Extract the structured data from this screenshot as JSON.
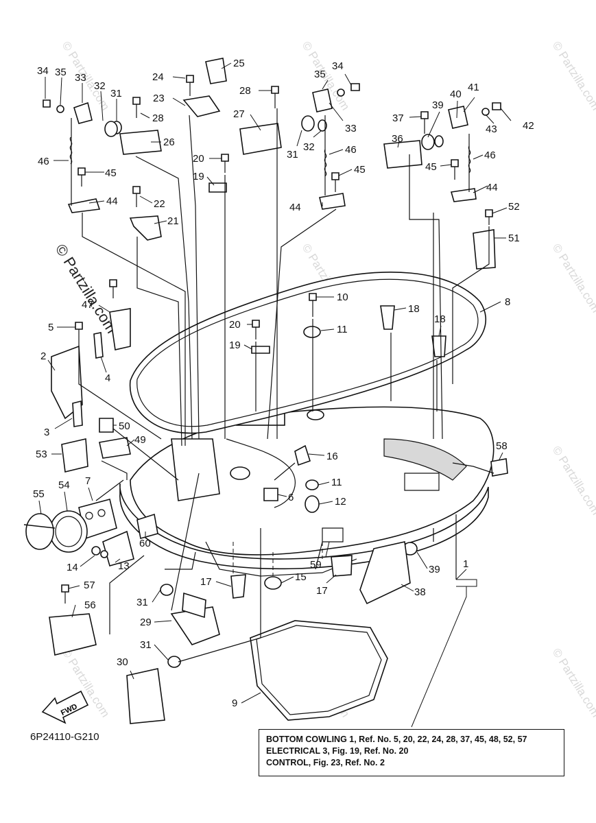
{
  "diagram": {
    "code": "6P24110-G210",
    "fwd_label": "FWD",
    "watermark_main": "© Partzilla.com",
    "watermark_tile": "© Partzilla.com",
    "notes": [
      "BOTTOM COWLING 1, Ref. No. 5, 20, 22, 24, 28, 37, 45, 48, 52, 57",
      "ELECTRICAL 3, Fig. 19, Ref. No. 20",
      "CONTROL, Fig. 23, Ref. No. 2"
    ],
    "callouts": [
      {
        "id": "c34a",
        "label": "34"
      },
      {
        "id": "c35a",
        "label": "35"
      },
      {
        "id": "c33a",
        "label": "33"
      },
      {
        "id": "c32a",
        "label": "32"
      },
      {
        "id": "c31a",
        "label": "31"
      },
      {
        "id": "c28a",
        "label": "28"
      },
      {
        "id": "c26",
        "label": "26"
      },
      {
        "id": "c24",
        "label": "24"
      },
      {
        "id": "c25",
        "label": "25"
      },
      {
        "id": "c23",
        "label": "23"
      },
      {
        "id": "c28b",
        "label": "28"
      },
      {
        "id": "c27",
        "label": "27"
      },
      {
        "id": "c35b",
        "label": "35"
      },
      {
        "id": "c34b",
        "label": "34"
      },
      {
        "id": "c33b",
        "label": "33"
      },
      {
        "id": "c31b",
        "label": "31"
      },
      {
        "id": "c32b",
        "label": "32"
      },
      {
        "id": "c46b",
        "label": "46"
      },
      {
        "id": "c45b",
        "label": "45"
      },
      {
        "id": "c44b",
        "label": "44"
      },
      {
        "id": "c46a",
        "label": "46"
      },
      {
        "id": "c45a",
        "label": "45"
      },
      {
        "id": "c44a",
        "label": "44"
      },
      {
        "id": "c22",
        "label": "22"
      },
      {
        "id": "c21",
        "label": "21"
      },
      {
        "id": "c20a",
        "label": "20"
      },
      {
        "id": "c19a",
        "label": "19"
      },
      {
        "id": "c37",
        "label": "37"
      },
      {
        "id": "c39a",
        "label": "39"
      },
      {
        "id": "c40",
        "label": "40"
      },
      {
        "id": "c41",
        "label": "41"
      },
      {
        "id": "c43",
        "label": "43"
      },
      {
        "id": "c42",
        "label": "42"
      },
      {
        "id": "c36",
        "label": "36"
      },
      {
        "id": "c45c",
        "label": "45"
      },
      {
        "id": "c46c",
        "label": "46"
      },
      {
        "id": "c44c",
        "label": "44"
      },
      {
        "id": "c52",
        "label": "52"
      },
      {
        "id": "c51",
        "label": "51"
      },
      {
        "id": "c47",
        "label": "47"
      },
      {
        "id": "c10",
        "label": "10"
      },
      {
        "id": "c18a",
        "label": "18"
      },
      {
        "id": "c8",
        "label": "8"
      },
      {
        "id": "c20b",
        "label": "20"
      },
      {
        "id": "c11a",
        "label": "11"
      },
      {
        "id": "c18b",
        "label": "18"
      },
      {
        "id": "c19b",
        "label": "19"
      },
      {
        "id": "c5",
        "label": "5"
      },
      {
        "id": "c2",
        "label": "2"
      },
      {
        "id": "c4",
        "label": "4"
      },
      {
        "id": "c3",
        "label": "3"
      },
      {
        "id": "c50",
        "label": "50"
      },
      {
        "id": "c49",
        "label": "49"
      },
      {
        "id": "c53",
        "label": "53"
      },
      {
        "id": "c16",
        "label": "16"
      },
      {
        "id": "c58",
        "label": "58"
      },
      {
        "id": "c55",
        "label": "55"
      },
      {
        "id": "c54",
        "label": "54"
      },
      {
        "id": "c7",
        "label": "7"
      },
      {
        "id": "c11b",
        "label": "11"
      },
      {
        "id": "c6",
        "label": "6"
      },
      {
        "id": "c12",
        "label": "12"
      },
      {
        "id": "c60",
        "label": "60"
      },
      {
        "id": "c14",
        "label": "14"
      },
      {
        "id": "c13",
        "label": "13"
      },
      {
        "id": "c39b",
        "label": "39"
      },
      {
        "id": "c1",
        "label": "1"
      },
      {
        "id": "c59",
        "label": "59"
      },
      {
        "id": "c15",
        "label": "15"
      },
      {
        "id": "c17a",
        "label": "17"
      },
      {
        "id": "c17b",
        "label": "17"
      },
      {
        "id": "c38",
        "label": "38"
      },
      {
        "id": "c57",
        "label": "57"
      },
      {
        "id": "c31c",
        "label": "31"
      },
      {
        "id": "c56",
        "label": "56"
      },
      {
        "id": "c29",
        "label": "29"
      },
      {
        "id": "c31d",
        "label": "31"
      },
      {
        "id": "c30",
        "label": "30"
      },
      {
        "id": "c9",
        "label": "9"
      }
    ]
  }
}
